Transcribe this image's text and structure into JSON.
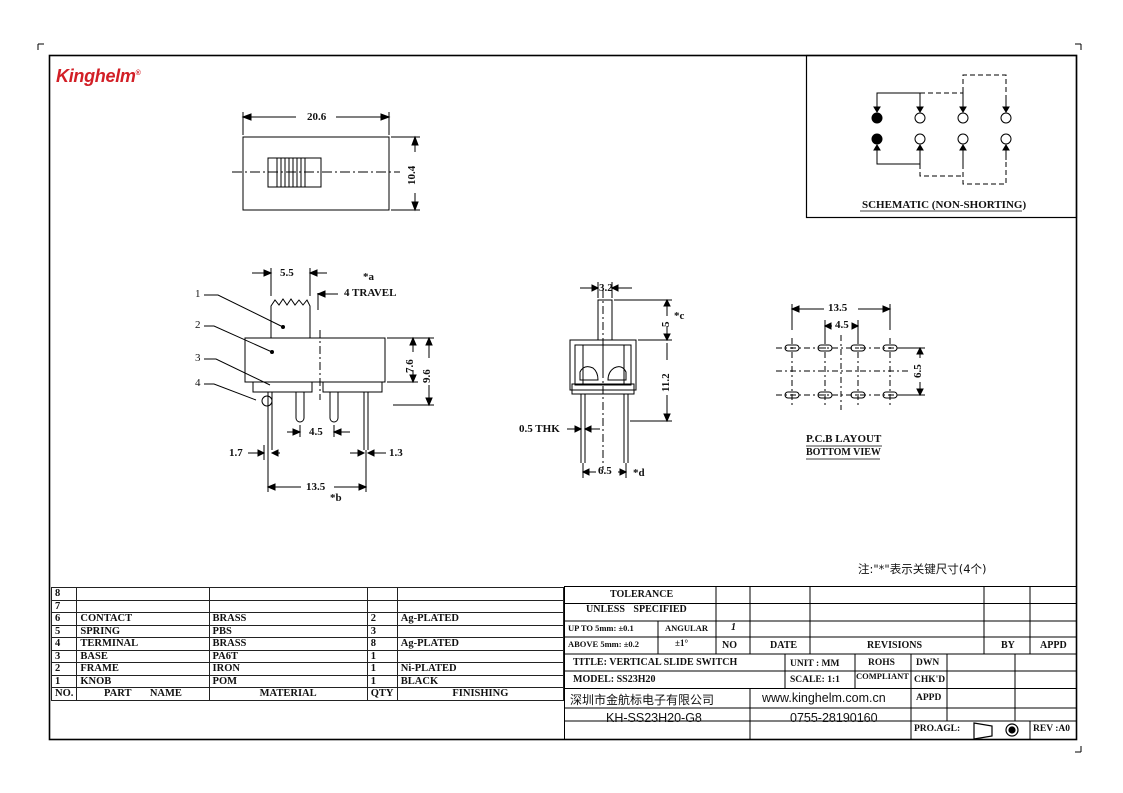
{
  "brand": {
    "name": "Kinghelm",
    "mark": "®"
  },
  "top_view": {
    "width": "20.6",
    "height": "10.4"
  },
  "side_view": {
    "dim_5_5": "5.5",
    "dim_travel": "4 TRAVEL",
    "key_a": "*a",
    "dim_7_6": "7.6",
    "dim_9_6": "9.6",
    "dim_4_5": "4.5",
    "dim_1_7": "1.7",
    "dim_1_3": "1.3",
    "dim_13_5": "13.5",
    "key_b": "*b",
    "callouts": [
      "1",
      "2",
      "3",
      "4"
    ]
  },
  "end_view": {
    "dim_3_2": "3.2",
    "dim_5": "5",
    "key_c": "*c",
    "dim_11_2": "11.2",
    "dim_thk": "0.5 THK",
    "dim_6_5": "6.5",
    "key_d": "*d"
  },
  "pcb": {
    "dim_13_5": "13.5",
    "dim_4_5": "4.5",
    "dim_6_5": "6.5",
    "title": "P.C.B LAYOUT",
    "subtitle": "BOTTOM VIEW"
  },
  "schematic": {
    "label": "SCHEMATIC (NON-SHORTING)"
  },
  "note": "注:\"*\"表示关键尺寸(4个)",
  "bom": {
    "rows": [
      {
        "no": "8",
        "name": "",
        "material": "",
        "qty": "",
        "finishing": ""
      },
      {
        "no": "7",
        "name": "",
        "material": "",
        "qty": "",
        "finishing": ""
      },
      {
        "no": "6",
        "name": "CONTACT",
        "material": "BRASS",
        "qty": "2",
        "finishing": "Ag-PLATED"
      },
      {
        "no": "5",
        "name": "SPRING",
        "material": "PBS",
        "qty": "3",
        "finishing": ""
      },
      {
        "no": "4",
        "name": "TERMINAL",
        "material": "BRASS",
        "qty": "8",
        "finishing": "Ag-PLATED"
      },
      {
        "no": "3",
        "name": "BASE",
        "material": "PA6T",
        "qty": "1",
        "finishing": ""
      },
      {
        "no": "2",
        "name": "FRAME",
        "material": "IRON",
        "qty": "1",
        "finishing": "Ni-PLATED"
      },
      {
        "no": "1",
        "name": "KNOB",
        "material": "POM",
        "qty": "1",
        "finishing": "BLACK"
      }
    ],
    "headers": {
      "no": "NO.",
      "part": "PART",
      "name": "NAME",
      "material": "MATERIAL",
      "qty": "QTY",
      "finishing": "FINISHING"
    }
  },
  "title_block": {
    "tolerance": "TOLERANCE",
    "unless": "UNLESS SPECIFIED",
    "up_to": "UP TO 5mm: ±0.1",
    "above": "ABOVE 5mm: ±0.2",
    "angular": "ANGULAR",
    "angular_val": "±1°",
    "rev_mark": "1",
    "no": "NO",
    "date": "DATE",
    "revisions": "REVISIONS",
    "by": "BY",
    "appd": "APPD",
    "title": "TITLE: VERTICAL SLIDE SWITCH",
    "unit": "UNIT : MM",
    "rohs1": "ROHS",
    "rohs2": "COMPLIANT",
    "dwn": "DWN",
    "model": "MODEL: SS23H20",
    "scale": "SCALE: 1:1",
    "chkd": "CHK'D",
    "company": "深圳市金航标电子有限公司",
    "website": "www.kinghelm.com.cn",
    "appd2": "APPD",
    "part_no": "KH-SS23H20-G8",
    "phone": "0755-28190160",
    "proagl": "PRO.AGL:",
    "rev": "REV :A0"
  }
}
